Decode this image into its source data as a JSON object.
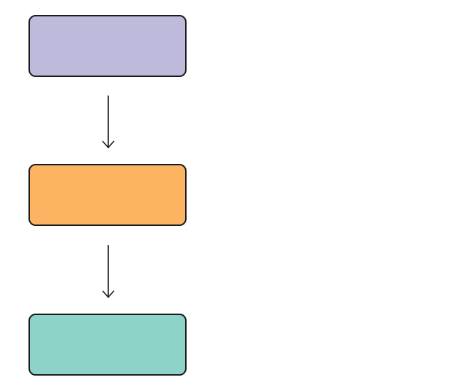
{
  "diagram": {
    "nodes": [
      {
        "id": "n1",
        "label": "",
        "color": "#bdbadb"
      },
      {
        "id": "n2",
        "label": "",
        "color": "#fdb462"
      },
      {
        "id": "n3",
        "label": "",
        "color": "#8dd3c7"
      }
    ],
    "edges": [
      {
        "from": "n1",
        "to": "n2"
      },
      {
        "from": "n2",
        "to": "n3"
      }
    ],
    "stroke_color": "#1a1a1a"
  }
}
